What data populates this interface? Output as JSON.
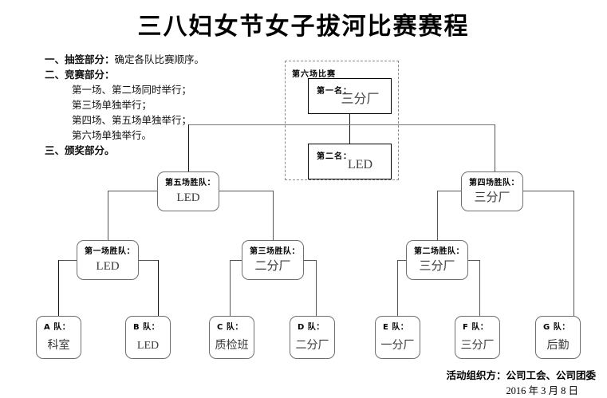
{
  "title": "三八妇女节女子拔河比赛赛程",
  "description": {
    "lines": [
      {
        "num": "一、",
        "head": "抽签部分：",
        "text": "确定各队比赛顺序。",
        "bold": true,
        "indent": false
      },
      {
        "num": "二、",
        "head": "竞赛部分：",
        "text": "",
        "bold": true,
        "indent": false
      },
      {
        "num": "",
        "head": "",
        "text": "第一场、第二场同时举行；",
        "bold": false,
        "indent": true
      },
      {
        "num": "",
        "head": "",
        "text": "第三场单独举行；",
        "bold": false,
        "indent": true
      },
      {
        "num": "",
        "head": "",
        "text": "第四场、第五场单独举行；",
        "bold": false,
        "indent": true
      },
      {
        "num": "",
        "head": "",
        "text": "第六场单独举行。",
        "bold": false,
        "indent": true
      },
      {
        "num": "三、",
        "head": "颁奖部分。",
        "text": "",
        "bold": true,
        "indent": false
      }
    ]
  },
  "final_group": {
    "caption": "第六场比赛",
    "first": {
      "label": "第一名：",
      "value": "三分厂"
    },
    "second": {
      "label": "第二名：",
      "value": "LED"
    }
  },
  "semifinals": [
    {
      "label": "第五场胜队：",
      "value": "LED"
    },
    {
      "label": "第四场胜队：",
      "value": "三分厂"
    }
  ],
  "quarterfinals": [
    {
      "label": "第一场胜队：",
      "value": "LED"
    },
    {
      "label": "第三场胜队：",
      "value": "二分厂"
    },
    {
      "label": "第二场胜队：",
      "value": "三分厂"
    }
  ],
  "teams": [
    {
      "label": "A 队：",
      "value": "科室"
    },
    {
      "label": "B 队：",
      "value": "LED"
    },
    {
      "label": "C 队：",
      "value": "质检班"
    },
    {
      "label": "D 队：",
      "value": "二分厂"
    },
    {
      "label": "E 队：",
      "value": "一分厂"
    },
    {
      "label": "F 队：",
      "value": "三分厂"
    },
    {
      "label": "G 队：",
      "value": "后勤"
    }
  ],
  "footer": {
    "organizer": "活动组织方：公司工会、公司团委",
    "date": "2016 年 3 月 8 日"
  },
  "colors": {
    "text": "#000000",
    "value_text": "#3a3a3a",
    "box_border": "#6f6f6f",
    "rect_border": "#000000",
    "dashed_border": "#8a8a8a",
    "connector": "#555555",
    "background": "#ffffff"
  }
}
